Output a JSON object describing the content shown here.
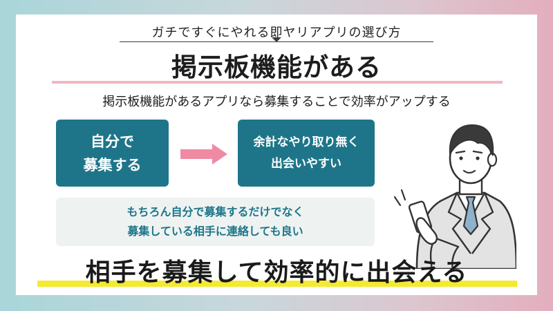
{
  "header": {
    "kicker": "ガチですぐにやれる即ヤリアプリの選び方",
    "title": "掲示板機能がある",
    "subtitle": "掲示板機能があるアプリなら募集することで効率がアップする"
  },
  "flow": {
    "left_line1": "自分で",
    "left_line2": "募集する",
    "right_line1": "余計なやり取り無く",
    "right_line2": "出会いやすい"
  },
  "note": {
    "line1": "もちろん自分で募集するだけでなく",
    "line2": "募集している相手に連絡しても良い"
  },
  "footer": {
    "headline": "相手を募集して効率的に出会える"
  },
  "colors": {
    "box": "#1e7589",
    "arrow": "#ef8aa3",
    "pink_rule": "#f2b6c4",
    "highlight": "#f4ea2f",
    "note_bg": "#eef3f2"
  },
  "icons": {
    "arrow": "arrow-right-icon",
    "illustration": "businessman-with-phone"
  }
}
